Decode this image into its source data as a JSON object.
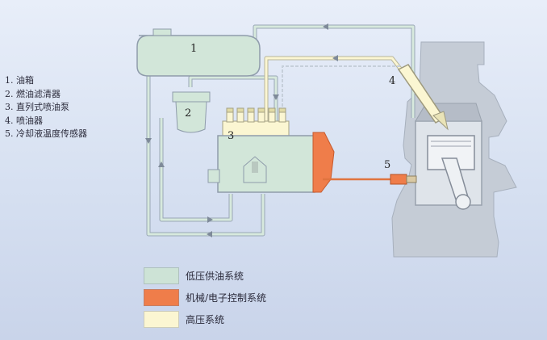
{
  "parts": [
    {
      "num": "1.",
      "label": "油箱"
    },
    {
      "num": "2.",
      "label": "燃油滤清器"
    },
    {
      "num": "3.",
      "label": "直列式喷油泵"
    },
    {
      "num": "4.",
      "label": "喷油器"
    },
    {
      "num": "5.",
      "label": "冷却液温度传感器"
    }
  ],
  "callouts": {
    "n1": "1",
    "n2": "2",
    "n3": "3",
    "n4": "4",
    "n5": "5"
  },
  "legend": [
    {
      "label": "低压供油系统",
      "color": "#cde3d6"
    },
    {
      "label": "机械/电子控制系统",
      "color": "#ef7d4a"
    },
    {
      "label": "高压系统",
      "color": "#fbf6d2"
    }
  ]
}
